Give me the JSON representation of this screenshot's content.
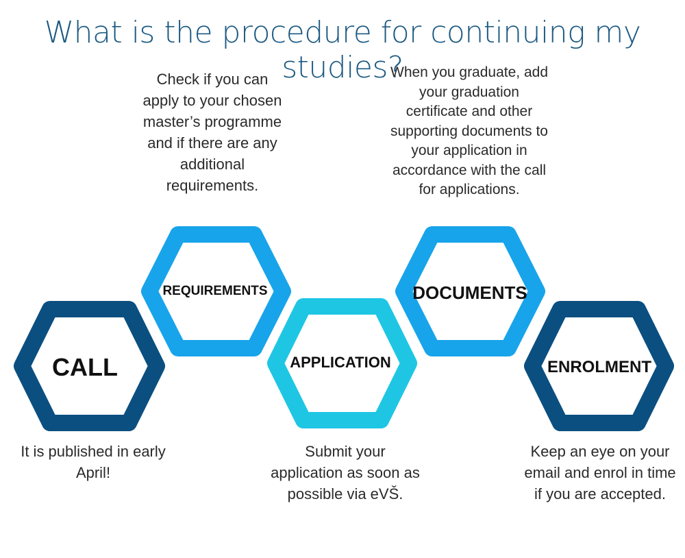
{
  "title": "What is the procedure for continuing my studies?",
  "steps": [
    {
      "label": "CALL",
      "color": "#0b4f80",
      "description": "It is published in early April!"
    },
    {
      "label": "REQUIREMENTS",
      "color": "#18a4ea",
      "description": "Check if you can apply to your chosen master’s programme and if there are any additional requirements."
    },
    {
      "label": "APPLICATION",
      "color": "#1ec6e4",
      "description": "Submit your application as soon as possible via eVŠ."
    },
    {
      "label": "DOCUMENTS",
      "color": "#18a4ea",
      "description": "When you graduate, add your graduation certificate and other supporting documents to your application in accordance with the call for applications."
    },
    {
      "label": "ENROLMENT",
      "color": "#0b4f80",
      "description": "Keep an eye on your email and enrol in time if you are accepted."
    }
  ]
}
